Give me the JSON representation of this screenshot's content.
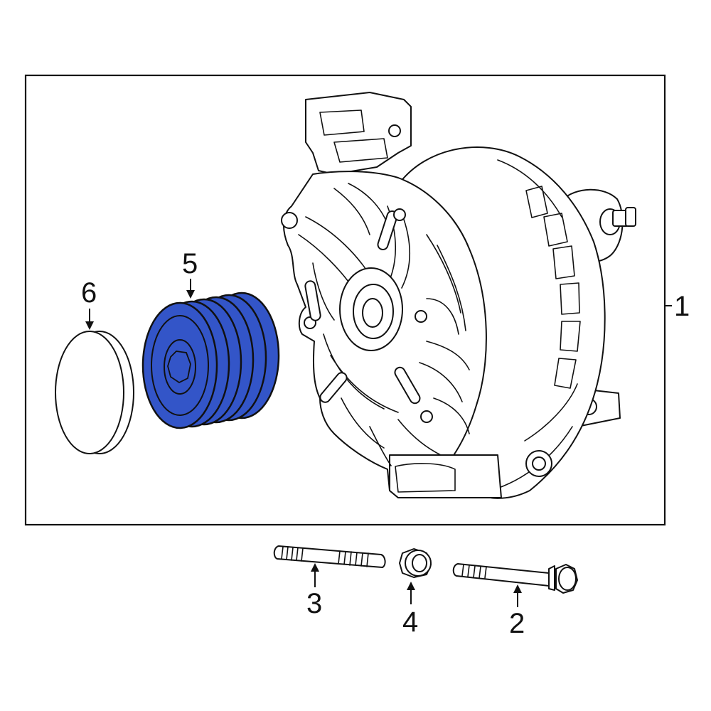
{
  "colors": {
    "highlight": "#3355C8",
    "outline": "#111111",
    "background": "#FFFFFF"
  },
  "callouts": {
    "alternator": "1",
    "bolt": "2",
    "stud": "3",
    "nut": "4",
    "pulley": "5",
    "cap": "6"
  }
}
